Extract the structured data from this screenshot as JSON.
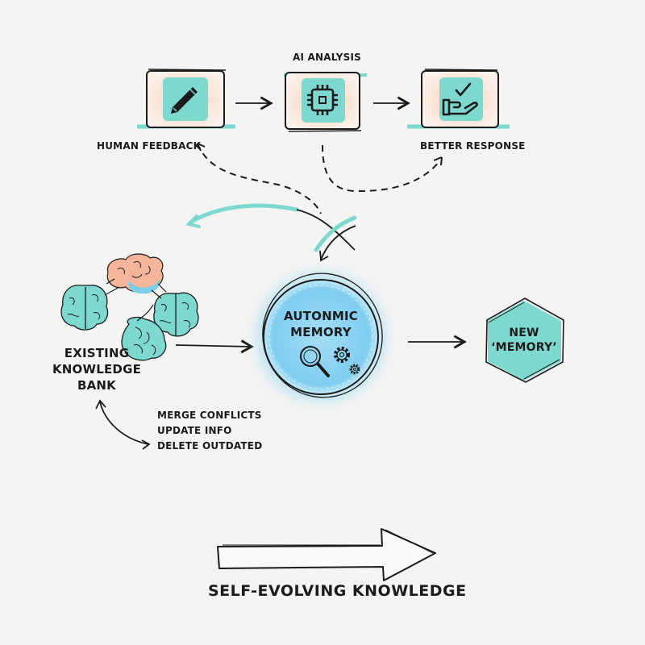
{
  "diagram": {
    "title": "Self-Evolving Knowledge",
    "colors": {
      "teal": "#7dd9cf",
      "peach": "#f5c9ad",
      "blue_glow": "#8fd6f2",
      "ink": "#1b1b1b",
      "background": "#f4f4f2"
    },
    "top_flow": {
      "steps": [
        {
          "label": "HUMAN FEEDBACK",
          "icon": "pencil-icon"
        },
        {
          "label": "AI ANALYSIS",
          "icon": "chip-icon"
        },
        {
          "label": "BETTER RESPONSE",
          "icon": "hand-check-icon"
        }
      ]
    },
    "knowledge_bank": {
      "label_line1": "EXISTING",
      "label_line2": "KNOWLEDGE",
      "label_line3": "BANK",
      "operations": [
        "MERGE CONFLICTS",
        "UPDATE INFO",
        "DELETE OUTDATED"
      ]
    },
    "core": {
      "label_line1": "AUTONMIC",
      "label_line2": "MEMORY"
    },
    "output": {
      "label_line1": "NEW",
      "label_line2": "‘MEMORY’"
    },
    "footer": {
      "label": "SELF-EVOLVING KNOWLEDGE"
    }
  }
}
